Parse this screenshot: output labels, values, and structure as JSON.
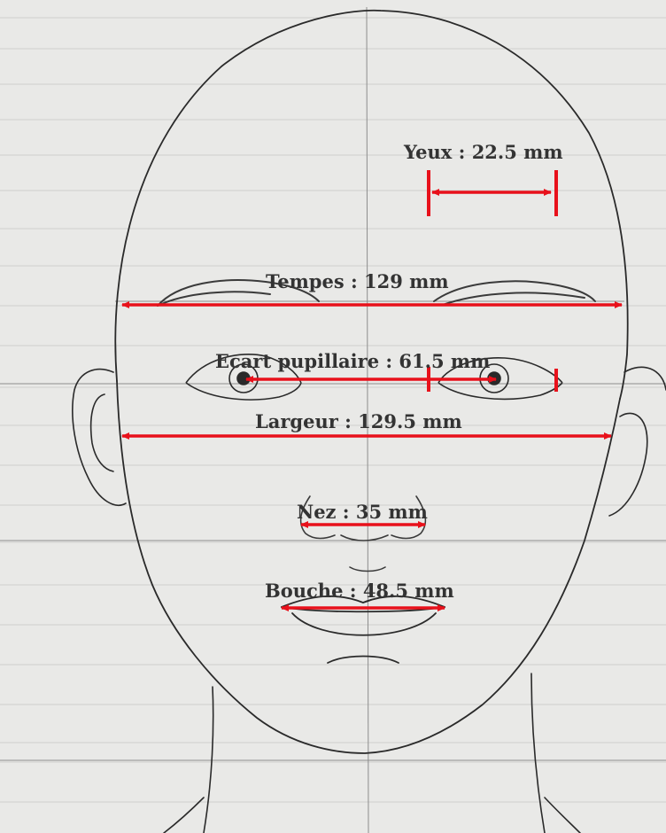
{
  "measurements": {
    "eyes": "Yeux : 22.5 mm",
    "temples": "Tempes : 129 mm",
    "pupillary_distance": "Ecart pupillaire : 61.5 mm",
    "width": "Largeur : 129.5 mm",
    "nose": "Nez : 35 mm",
    "mouth": "Bouche : 48.5 mm"
  },
  "colors": {
    "measure_line": "#e8111b",
    "pencil": "#2a2a2a",
    "paper": "#e9e9e7",
    "ruling": "#c9c9c9",
    "label_text": "#333333"
  }
}
